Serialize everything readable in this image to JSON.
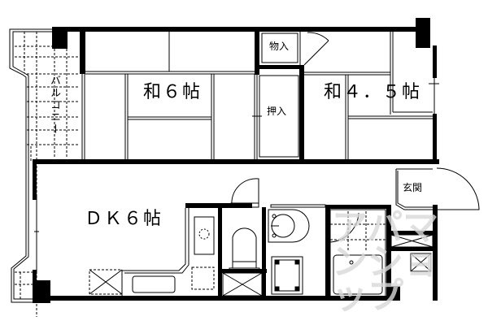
{
  "floor_plan": {
    "rooms": [
      {
        "id": "washitsu-6",
        "label": "和６帖",
        "type": "Japanese-style room",
        "size_jo": 6
      },
      {
        "id": "washitsu-4-5",
        "label": "和４．５帖",
        "type": "Japanese-style room",
        "size_jo": 4.5
      },
      {
        "id": "dk-6",
        "label": "ＤＫ６帖",
        "type": "Dining kitchen",
        "size_jo": 6
      },
      {
        "id": "balcony",
        "label": "バルコニー",
        "type": "Balcony"
      },
      {
        "id": "storage",
        "label": "物入",
        "type": "Storage"
      },
      {
        "id": "closet",
        "label": "押入",
        "type": "Closet"
      },
      {
        "id": "entrance",
        "label": "玄関",
        "type": "Entrance"
      }
    ],
    "fixtures": [
      "kitchen-sink",
      "stove",
      "refrigerator-space",
      "toilet",
      "washbasin",
      "washing-machine-pan",
      "bathtub",
      "shoe-cabinet"
    ],
    "watermark": "アパマンショップ",
    "colors": {
      "wall": "#000000",
      "background": "#ffffff",
      "watermark": "#d9d9d9"
    }
  }
}
